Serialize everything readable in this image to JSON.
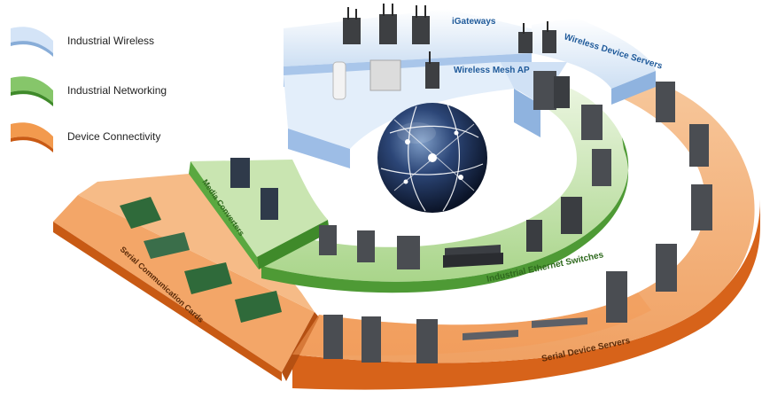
{
  "legend": [
    {
      "label": "Industrial Wireless",
      "color": "#9cc0e8"
    },
    {
      "label": "Industrial Networking",
      "color": "#5fb04a"
    },
    {
      "label": "Device Connectivity",
      "color": "#e9701f"
    }
  ],
  "segments": {
    "igateways": "iGateways",
    "wireless_device_servers": "Wireless Device Servers",
    "wireless_mesh_ap": "Wireless Mesh AP",
    "media_converters": "Media Converters",
    "industrial_ethernet_switches": "Industrial Ethernet Switches",
    "serial_communication_cards": "Serial Communication Cards",
    "serial_device_servers": "Serial Device Servers"
  },
  "colors": {
    "wireless_top": "#dbe8f7",
    "wireless_side": "#a9c6ea",
    "networking_top": "#b8dc9a",
    "networking_side": "#4e9a35",
    "connectivity_top": "#f4b07a",
    "connectivity_side": "#d7631a",
    "label_blue": "#1f5a9a",
    "label_dark": "#5a2a08",
    "label_green": "#2f6a1e"
  },
  "icons": [
    "globe-icon",
    "wireless-ap-icon",
    "switch-icon",
    "serial-server-icon",
    "pci-card-icon",
    "rack-switch-icon",
    "media-converter-icon"
  ]
}
